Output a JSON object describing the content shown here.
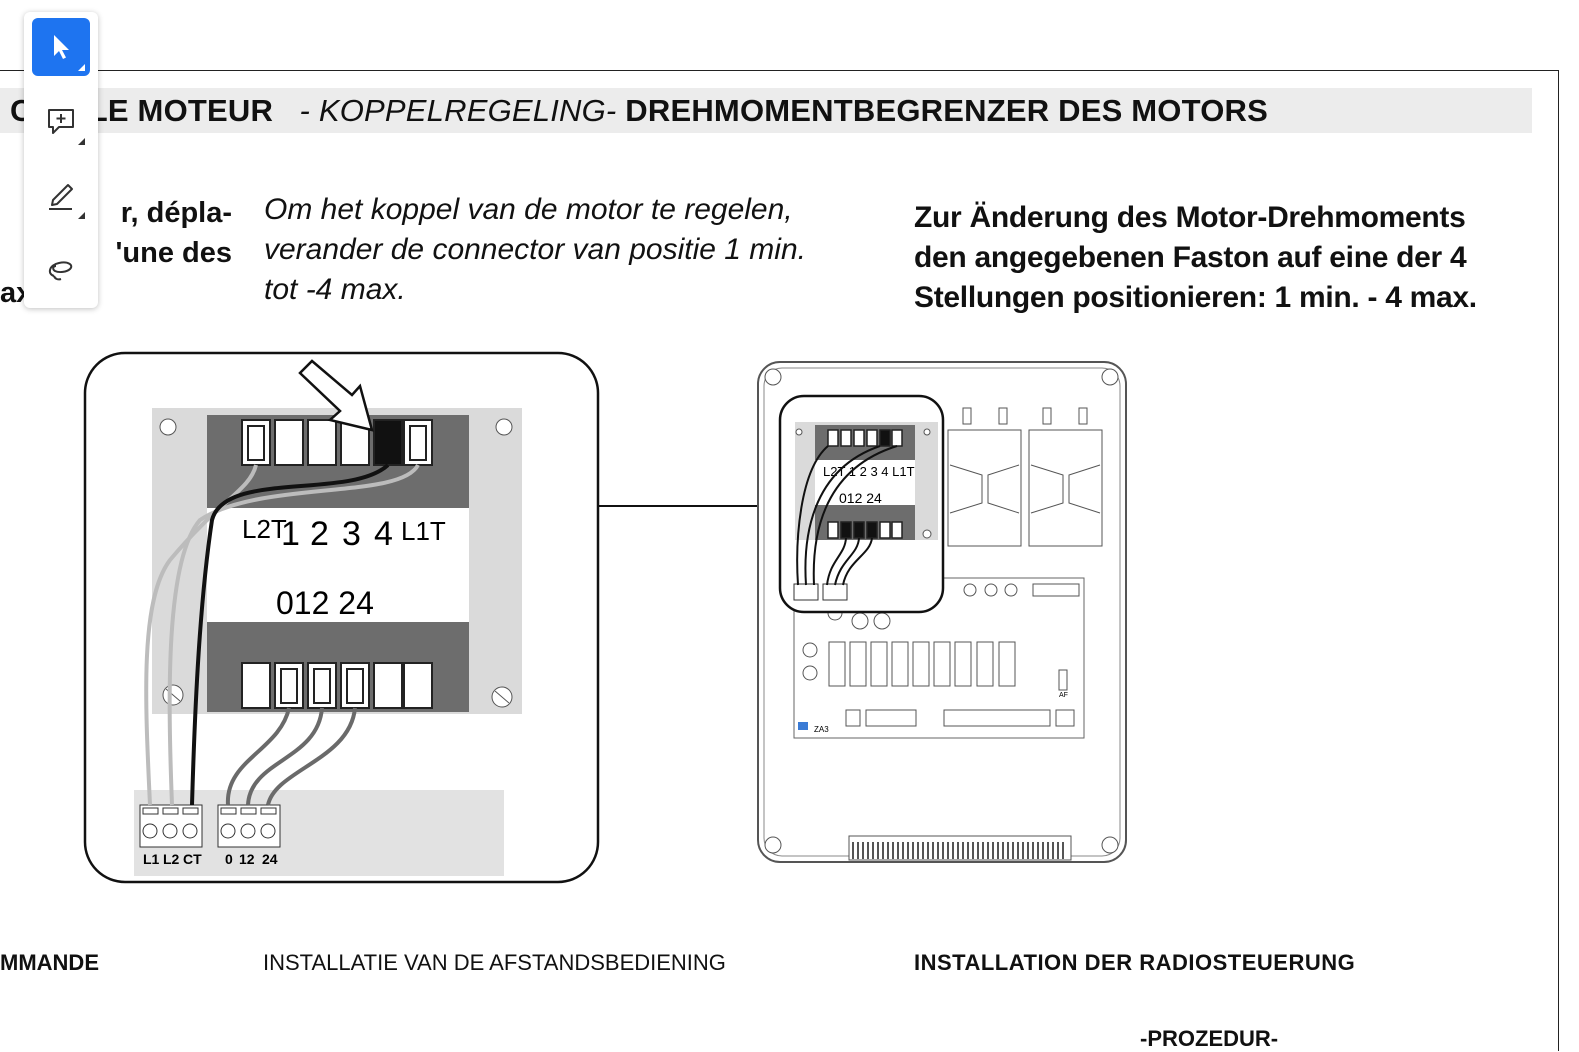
{
  "heading": {
    "fr": "C    PLE MOTEUR",
    "nl": "- KOPPELREGELING-",
    "de": "DREHMOMENTBEGRENZER DES MOTORS"
  },
  "instructions": {
    "fr": [
      "m      r, dépla-",
      "é      'une des",
      "ax"
    ],
    "nl": [
      "Om het koppel van de motor te regelen,",
      "verander de connector van positie 1 min.",
      "tot -4 max."
    ],
    "de": [
      "Zur Änderung des Motor-Drehmoments",
      "den angegebenen Faston auf eine der 4",
      "Stellungen positionieren: 1 min. - 4 max."
    ]
  },
  "diagram_left": {
    "top_labels": [
      "L2T",
      "1",
      "2",
      "3",
      "4",
      "L1T"
    ],
    "mid_label": "012 24",
    "terminal_labels": [
      "L1",
      "L2",
      "CT",
      "0",
      "12",
      "24"
    ]
  },
  "diagram_right": {
    "top_labels": "L2T 1 2 3 4 L1T",
    "mid_label": "012 24",
    "small_label": "AF",
    "board_label": "ZA3"
  },
  "footer": {
    "fr": "MMANDE",
    "nl": "INSTALLATIE VAN DE AFSTANDSBEDIENING",
    "de": "INSTALLATION DER RADIOSTEUERUNG"
  },
  "bottom_cut": "-PROZEDUR-",
  "toolbar": {
    "tools": [
      "select-tool",
      "add-comment-tool",
      "highlight-tool",
      "lasso-tool"
    ],
    "active_color": "#1e74f0"
  }
}
